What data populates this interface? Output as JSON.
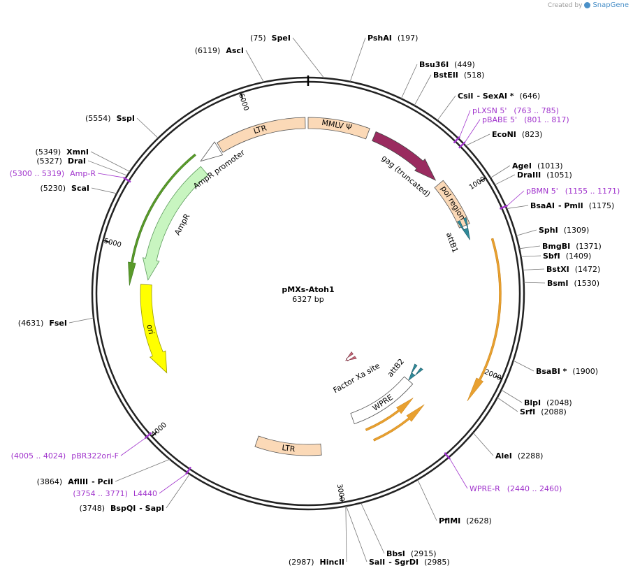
{
  "credit": {
    "created_by": "Created by",
    "brand": "SnapGene"
  },
  "plasmid": {
    "name": "pMXs-Atoh1",
    "length": "6327 bp",
    "total_bp": 6327
  },
  "enzymes": [
    {
      "name": "SpeI",
      "pos": "(75)",
      "bp": 75,
      "side": "left"
    },
    {
      "name": "PshAI",
      "pos": "(197)",
      "bp": 197,
      "side": "right"
    },
    {
      "name": "Bsu36I",
      "pos": "(449)",
      "bp": 449,
      "side": "right"
    },
    {
      "name": "BstEII",
      "pos": "(518)",
      "bp": 518,
      "side": "right"
    },
    {
      "name": "CsiI",
      "name2": "- SexAI *",
      "pos": "(646)",
      "bp": 646,
      "side": "right"
    },
    {
      "name": "EcoNI",
      "pos": "(823)",
      "bp": 823,
      "side": "right"
    },
    {
      "name": "AgeI",
      "pos": "(1013)",
      "bp": 1013,
      "side": "right"
    },
    {
      "name": "DraIII",
      "pos": "(1051)",
      "bp": 1051,
      "side": "right"
    },
    {
      "name": "BsaAI",
      "name2": "- PmlI",
      "pos": "(1175)",
      "bp": 1175,
      "side": "right"
    },
    {
      "name": "SphI",
      "pos": "(1309)",
      "bp": 1309,
      "side": "right"
    },
    {
      "name": "BmgBI",
      "pos": "(1371)",
      "bp": 1371,
      "side": "right"
    },
    {
      "name": "SbfI",
      "pos": "(1409)",
      "bp": 1409,
      "side": "right"
    },
    {
      "name": "BstXI",
      "pos": "(1472)",
      "bp": 1472,
      "side": "right"
    },
    {
      "name": "BsmI",
      "pos": "(1530)",
      "bp": 1530,
      "side": "right"
    },
    {
      "name": "BsaBI *",
      "pos": "(1900)",
      "bp": 1900,
      "side": "right"
    },
    {
      "name": "BlpI",
      "pos": "(2048)",
      "bp": 2048,
      "side": "right"
    },
    {
      "name": "SrfI",
      "pos": "(2088)",
      "bp": 2088,
      "side": "right"
    },
    {
      "name": "AleI",
      "pos": "(2288)",
      "bp": 2288,
      "side": "right"
    },
    {
      "name": "PflMI",
      "pos": "(2628)",
      "bp": 2628,
      "side": "right"
    },
    {
      "name": "BbsI",
      "pos": "(2915)",
      "bp": 2915,
      "side": "right"
    },
    {
      "name": "SalI",
      "name2": "- SgrDI",
      "pos": "(2985)",
      "bp": 2985,
      "side": "right"
    },
    {
      "name": "HincII",
      "pos": "(2987)",
      "bp": 2987,
      "side": "left"
    },
    {
      "name": "BspQI",
      "name2": "- SapI",
      "pos": "(3748)",
      "bp": 3748,
      "side": "left"
    },
    {
      "name": "AflIII",
      "name2": "- PciI",
      "pos": "(3864)",
      "bp": 3864,
      "side": "left"
    },
    {
      "name": "FseI",
      "pos": "(4631)",
      "bp": 4631,
      "side": "left"
    },
    {
      "name": "ScaI",
      "pos": "(5230)",
      "bp": 5230,
      "side": "left"
    },
    {
      "name": "DraI",
      "pos": "(5327)",
      "bp": 5327,
      "side": "left"
    },
    {
      "name": "XmnI",
      "pos": "(5349)",
      "bp": 5349,
      "side": "left"
    },
    {
      "name": "SspI",
      "pos": "(5554)",
      "bp": 5554,
      "side": "left"
    },
    {
      "name": "AscI",
      "pos": "(6119)",
      "bp": 6119,
      "side": "left"
    }
  ],
  "primers": [
    {
      "name": "pLXSN 5'",
      "range": "(763 .. 785)",
      "bp": 774,
      "side": "right"
    },
    {
      "name": "pBABE 5'",
      "range": "(801 .. 817)",
      "bp": 809,
      "side": "right"
    },
    {
      "name": "pBMN 5'",
      "range": "(1155 .. 1171)",
      "bp": 1163,
      "side": "right"
    },
    {
      "name": "WPRE-R",
      "range": "(2440 .. 2460)",
      "bp": 2450,
      "side": "right"
    },
    {
      "name": "L4440",
      "range": "(3754 .. 3771)",
      "bp": 3762,
      "side": "left"
    },
    {
      "name": "pBR322ori-F",
      "range": "(4005 .. 4024)",
      "bp": 4014,
      "side": "left"
    },
    {
      "name": "Amp-R",
      "range": "(5300 .. 5319)",
      "bp": 5310,
      "side": "left"
    }
  ],
  "ticks": [
    {
      "label": "1000",
      "bp": 1000
    },
    {
      "label": "2000",
      "bp": 2000
    },
    {
      "label": "3000",
      "bp": 3000
    },
    {
      "label": "4000",
      "bp": 4000
    },
    {
      "label": "5000",
      "bp": 5000
    },
    {
      "label": "6000",
      "bp": 6000
    }
  ],
  "features": [
    {
      "name": "LTR",
      "color": "#fbd9b7"
    },
    {
      "name": "MMLV Ψ",
      "color": "#fbd9b7"
    },
    {
      "name": "gag (truncated)",
      "color": "#9a2b5f"
    },
    {
      "name": "pol region",
      "color": "#fbd9b7"
    },
    {
      "name": "attB1",
      "color": "#2f8a9a"
    },
    {
      "name": "Factor Xa site",
      "color": "#c86a7a"
    },
    {
      "name": "attB2",
      "color": "#2f8a9a"
    },
    {
      "name": "WPRE",
      "color": "#ffffff"
    },
    {
      "name": "LTR",
      "color": "#fbd9b7"
    },
    {
      "name": "ori",
      "color": "#ffff00"
    },
    {
      "name": "AmpR",
      "color": "#c8f5c0"
    },
    {
      "name": "AmpR promoter",
      "color": "#ffffff"
    }
  ],
  "orf_color": "#e8a030",
  "amp_orf_color": "#5a9a2a"
}
